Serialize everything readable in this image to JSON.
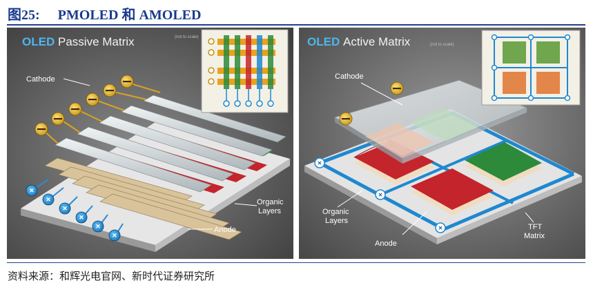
{
  "figure": {
    "number": "图25:",
    "title": "PMOLED 和 AMOLED",
    "source": "资料来源：和辉光电官网、新时代证券研究所"
  },
  "passive_panel": {
    "heading_oled": "OLED",
    "heading_rest": "Passive Matrix",
    "note": "(not to scale)",
    "label_cathode": "Cathode",
    "label_organic_1": "Organic",
    "label_organic_2": "Layers",
    "label_anode": "Anode"
  },
  "active_panel": {
    "heading_oled": "OLED",
    "heading_rest": "Active Matrix",
    "note": "(not to scale)",
    "label_cathode": "Cathode",
    "label_organic_1": "Organic",
    "label_organic_2": "Layers",
    "label_anode": "Anode",
    "label_tft_1": "TFT",
    "label_tft_2": "Matrix"
  },
  "colors": {
    "title_blue": "#1a3b8c",
    "panel_bg": "#4d4d4d",
    "accent_blue": "#1e88d0",
    "red_layer": "#c4242b",
    "green_layer": "#2c8a3a",
    "cathode_silver": "#cfd6da",
    "gold_terminal": "#e0b020"
  }
}
